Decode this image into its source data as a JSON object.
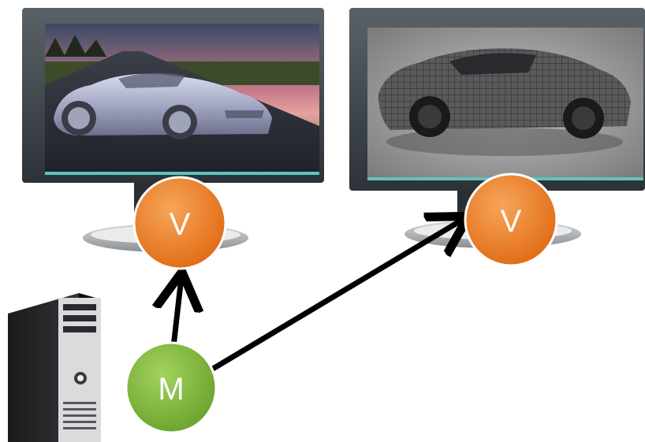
{
  "nodes": {
    "view_left": {
      "label": "V",
      "color": "#e8731a"
    },
    "view_right": {
      "label": "V",
      "color": "#e8731a"
    },
    "model": {
      "label": "M",
      "color": "#7cb23a"
    }
  },
  "screens": {
    "left": {
      "content": "rendered-car-photo"
    },
    "right": {
      "content": "wireframe-car-model"
    }
  },
  "icons": {
    "computer": "desktop-tower-icon",
    "monitor": "monitor-icon"
  },
  "arrow_color": "#000000"
}
